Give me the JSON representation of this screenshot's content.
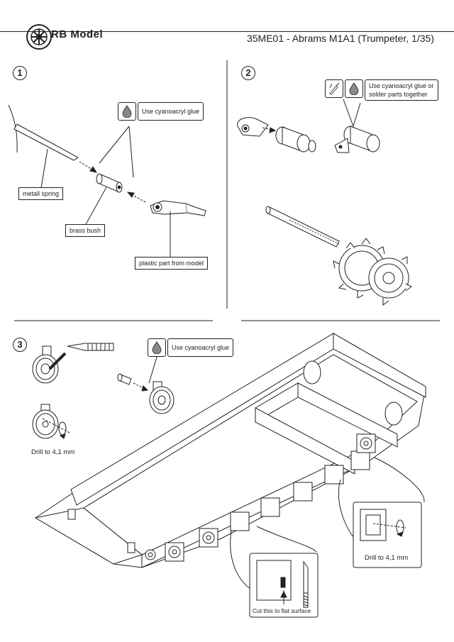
{
  "header": {
    "brand": "RB Model",
    "title": "35ME01 - Abrams M1A1 (Trumpeter, 1/35)"
  },
  "steps": [
    {
      "number": "1",
      "glue_text": "Use cyanoacryl glue",
      "labels": {
        "spring": "metall spring",
        "bush": "brass bush",
        "plastic": "plastic part from model"
      }
    },
    {
      "number": "2",
      "glue_text_line1": "Use cyanoacryl glue or",
      "glue_text_line2": "solder parts together"
    },
    {
      "number": "3",
      "glue_text": "Use cyanoacryl glue",
      "drill_left": "Drill to 4,1 mm",
      "drill_right": "Drill to 4,1 mm",
      "cut": "Cut this to flat surface"
    }
  ],
  "icons": [
    "logo-wheel-icon",
    "glue-drop-icon",
    "solder-iron-icon",
    "drill-rotation-icon"
  ]
}
